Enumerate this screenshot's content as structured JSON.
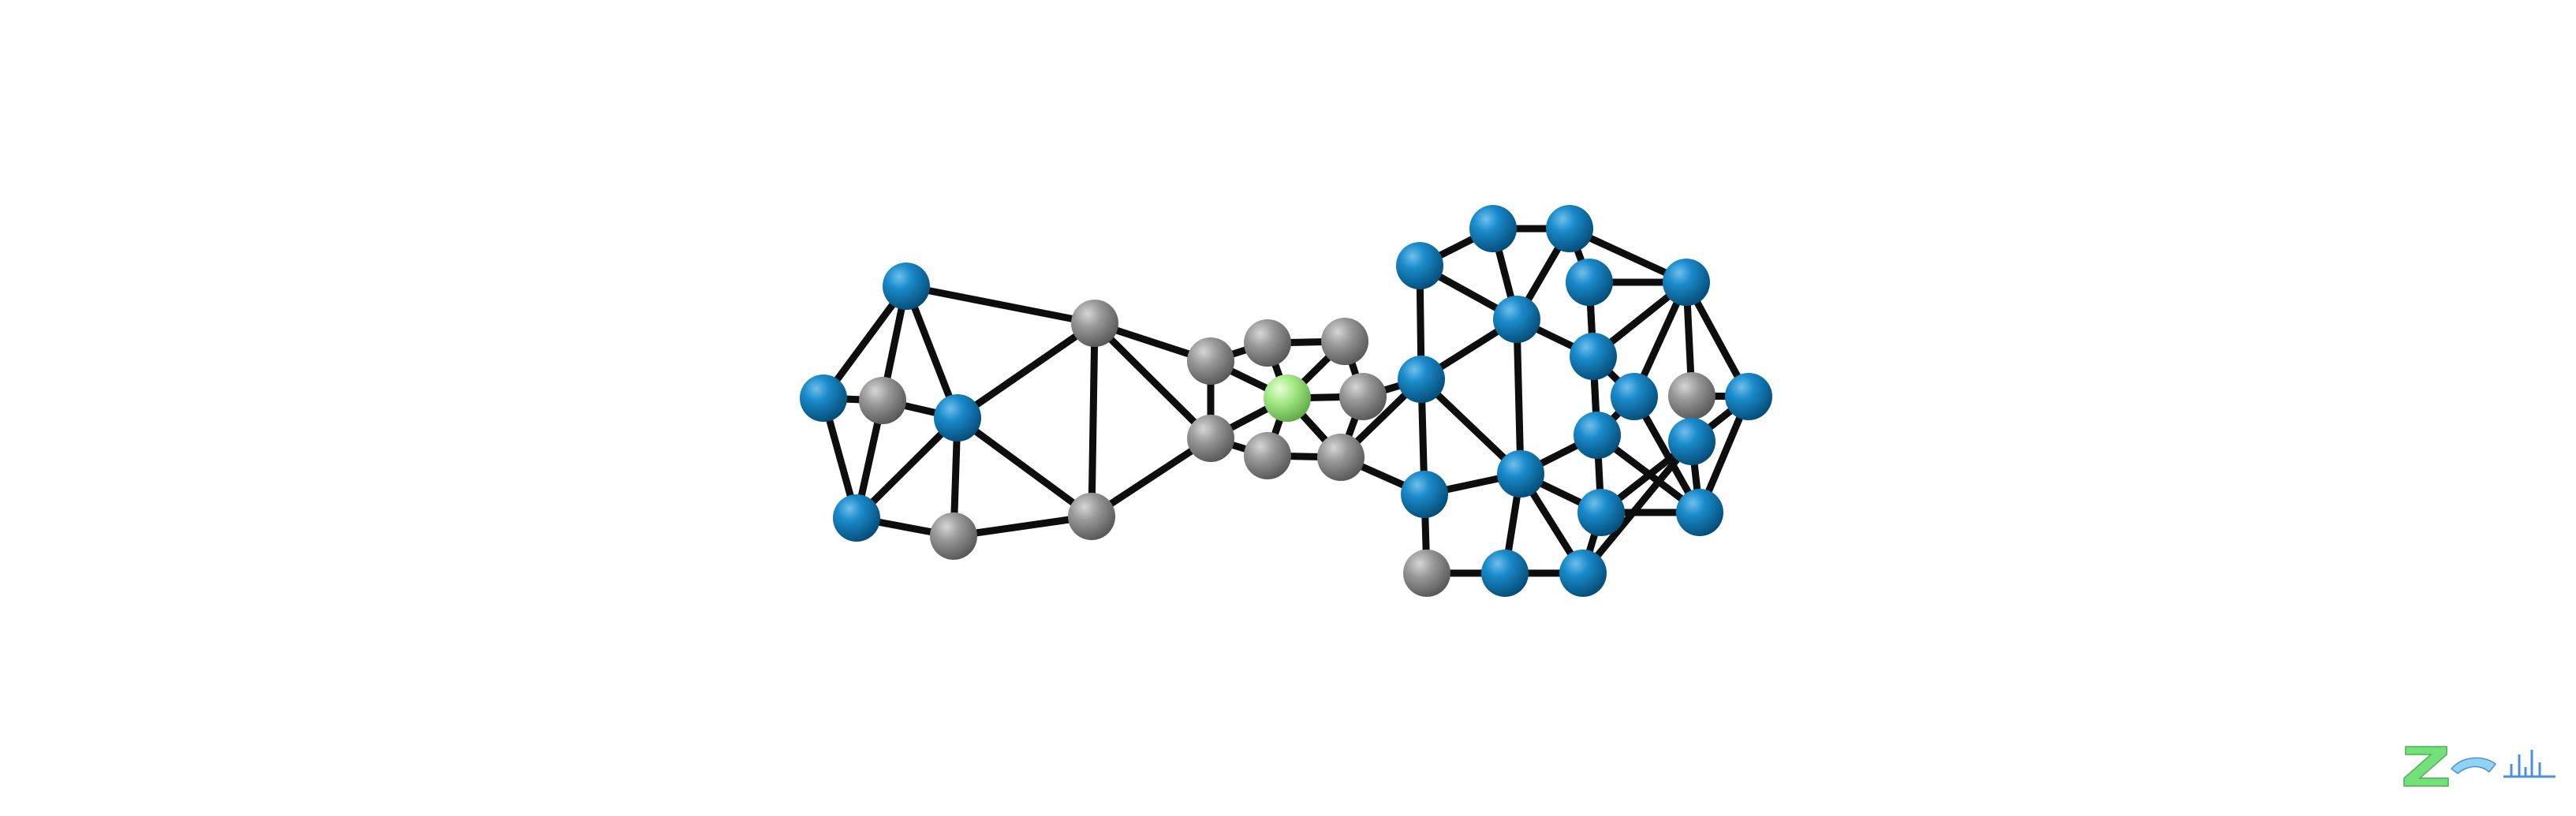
{
  "molecule": {
    "colors": {
      "blue": "#0a76b4",
      "gray": "#8c8c8c",
      "green": "#97e07a",
      "bond": "#0d0d0d"
    },
    "atoms": [
      {
        "id": 1,
        "type": "blue"
      },
      {
        "id": 2,
        "type": "blue"
      },
      {
        "id": 3,
        "type": "gray"
      },
      {
        "id": 4,
        "type": "blue"
      },
      {
        "id": 5,
        "type": "blue"
      },
      {
        "id": 6,
        "type": "gray"
      },
      {
        "id": 7,
        "type": "gray"
      },
      {
        "id": 8,
        "type": "gray"
      },
      {
        "id": 9,
        "type": "gray"
      },
      {
        "id": 10,
        "type": "gray"
      },
      {
        "id": 11,
        "type": "gray"
      },
      {
        "id": 12,
        "type": "gray"
      },
      {
        "id": 13,
        "type": "green"
      },
      {
        "id": 14,
        "type": "gray"
      },
      {
        "id": 15,
        "type": "gray"
      },
      {
        "id": 16,
        "type": "gray"
      },
      {
        "id": 17,
        "type": "gray"
      },
      {
        "id": 18,
        "type": "blue"
      },
      {
        "id": 19,
        "type": "blue"
      },
      {
        "id": 20,
        "type": "gray"
      },
      {
        "id": 21,
        "type": "blue"
      },
      {
        "id": 22,
        "type": "blue"
      },
      {
        "id": 23,
        "type": "blue"
      },
      {
        "id": 24,
        "type": "blue"
      },
      {
        "id": 25,
        "type": "blue"
      },
      {
        "id": 26,
        "type": "blue"
      },
      {
        "id": 27,
        "type": "blue"
      },
      {
        "id": 28,
        "type": "blue"
      },
      {
        "id": 29,
        "type": "blue"
      },
      {
        "id": 30,
        "type": "gray"
      },
      {
        "id": 31,
        "type": "blue"
      },
      {
        "id": 32,
        "type": "blue"
      },
      {
        "id": 33,
        "type": "blue"
      },
      {
        "id": 34,
        "type": "blue"
      },
      {
        "id": 35,
        "type": "blue"
      },
      {
        "id": 36,
        "type": "blue"
      },
      {
        "id": 37,
        "type": "blue"
      }
    ],
    "bonds": [
      [
        1,
        2
      ],
      [
        1,
        3
      ],
      [
        1,
        4
      ],
      [
        1,
        6
      ],
      [
        2,
        3
      ],
      [
        2,
        5
      ],
      [
        3,
        4
      ],
      [
        3,
        5
      ],
      [
        4,
        5
      ],
      [
        4,
        6
      ],
      [
        4,
        7
      ],
      [
        4,
        8
      ],
      [
        5,
        7
      ],
      [
        6,
        8
      ],
      [
        6,
        9
      ],
      [
        6,
        11
      ],
      [
        7,
        8
      ],
      [
        8,
        11
      ],
      [
        9,
        10
      ],
      [
        9,
        11
      ],
      [
        9,
        13
      ],
      [
        10,
        12
      ],
      [
        10,
        13
      ],
      [
        11,
        15
      ],
      [
        11,
        13
      ],
      [
        12,
        14
      ],
      [
        12,
        13
      ],
      [
        14,
        16
      ],
      [
        14,
        13
      ],
      [
        14,
        18
      ],
      [
        15,
        17
      ],
      [
        15,
        13
      ],
      [
        16,
        17
      ],
      [
        16,
        13
      ],
      [
        16,
        18
      ],
      [
        17,
        13
      ],
      [
        17,
        19
      ],
      [
        18,
        19
      ],
      [
        18,
        21
      ],
      [
        18,
        24
      ],
      [
        18,
        25
      ],
      [
        19,
        20
      ],
      [
        19,
        25
      ],
      [
        20,
        33
      ],
      [
        21,
        22
      ],
      [
        21,
        24
      ],
      [
        22,
        23
      ],
      [
        22,
        24
      ],
      [
        23,
        24
      ],
      [
        23,
        28
      ],
      [
        23,
        26
      ],
      [
        24,
        27
      ],
      [
        24,
        25
      ],
      [
        25,
        29
      ],
      [
        25,
        33
      ],
      [
        25,
        34
      ],
      [
        25,
        35
      ],
      [
        26,
        27
      ],
      [
        26,
        28
      ],
      [
        26,
        29
      ],
      [
        27,
        28
      ],
      [
        27,
        29
      ],
      [
        27,
        31
      ],
      [
        28,
        31
      ],
      [
        28,
        30
      ],
      [
        28,
        32
      ],
      [
        29,
        31
      ],
      [
        29,
        35
      ],
      [
        29,
        36
      ],
      [
        30,
        32
      ],
      [
        31,
        36
      ],
      [
        32,
        36
      ],
      [
        32,
        37
      ],
      [
        32,
        30
      ],
      [
        33,
        34
      ],
      [
        34,
        35
      ],
      [
        34,
        37
      ],
      [
        35,
        36
      ],
      [
        35,
        37
      ],
      [
        36,
        37
      ],
      [
        36,
        29
      ]
    ]
  },
  "logo": {
    "colors": {
      "letter": "#74e07a",
      "accent": "#4f8fd8"
    }
  }
}
